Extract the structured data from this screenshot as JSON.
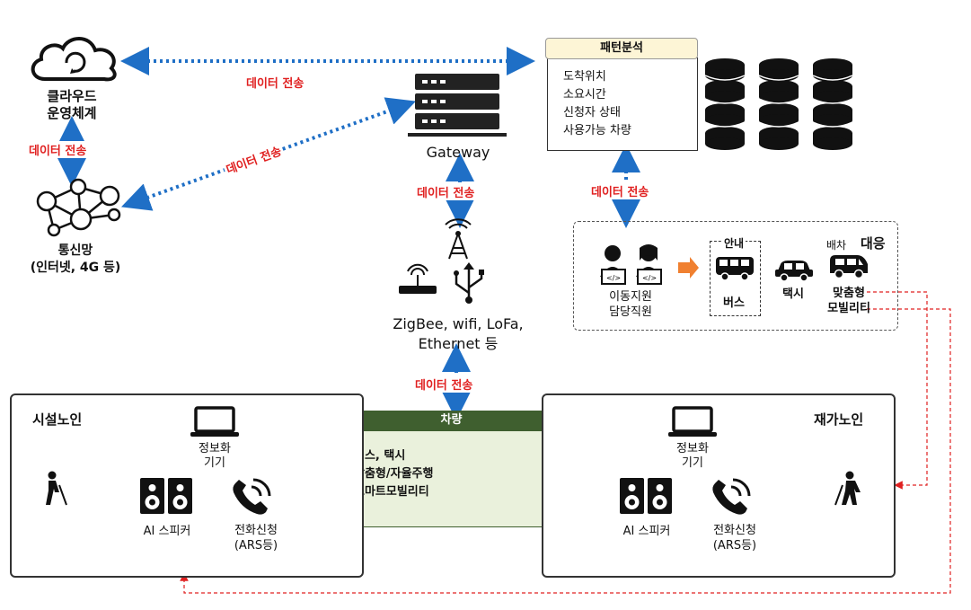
{
  "cloud": {
    "label": "클라우드\n운영체계"
  },
  "network": {
    "label": "통신망\n(인터넷, 4G 등)"
  },
  "gateway": {
    "label": "Gateway"
  },
  "wireless": {
    "label": "ZigBee, wifi, LoFa,\nEthernet 등"
  },
  "data_transfer_label": "데이터 전송",
  "pattern": {
    "title": "패턴분석",
    "items": [
      "도착위치",
      "소요시간",
      "신청자 상태",
      "사용가능 차량"
    ]
  },
  "response": {
    "title": "대응",
    "staff": "이동지원\n담당직원",
    "guide": "안내",
    "dispatch": "배차",
    "bus": "버스",
    "taxi": "택시",
    "custom": "맞춤형\n모빌리티"
  },
  "vehicle": {
    "title": "차량",
    "items": [
      "버스, 택시",
      "맞춤형/자율주행",
      "스마트모빌리티"
    ]
  },
  "facility": {
    "title": "시설노인",
    "device": "정보화\n기기",
    "speaker": "AI 스피커",
    "phone": "전화신청\n(ARS등)"
  },
  "home": {
    "title": "재가노인",
    "device": "정보화\n기기",
    "speaker": "AI 스피커",
    "phone": "전화신청\n(ARS등)"
  },
  "colors": {
    "arrow_blue": "#1f6fc6",
    "label_red": "#e02020",
    "vehicle_head": "#3f5f2f",
    "pattern_head": "#fdf5d6"
  }
}
